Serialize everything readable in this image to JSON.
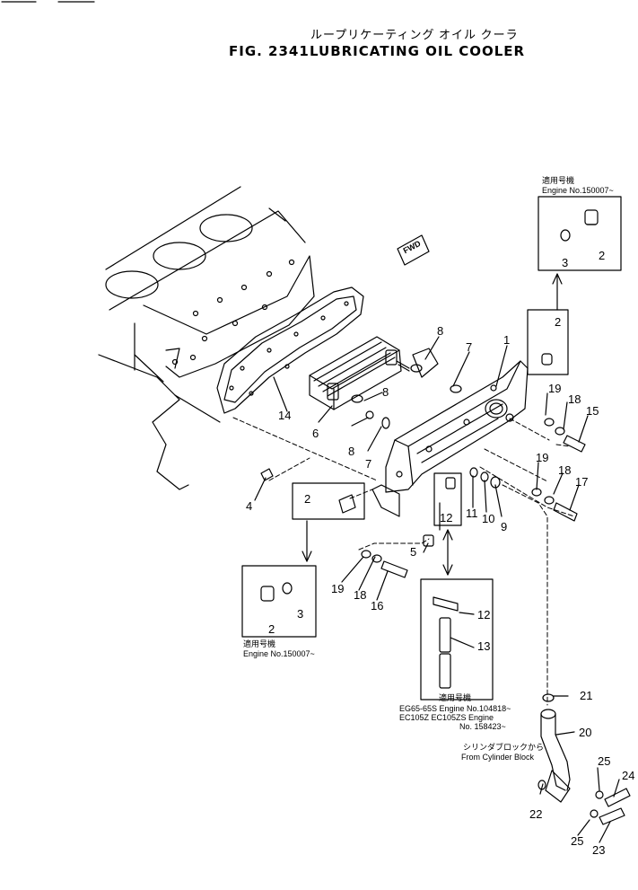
{
  "header": {
    "title_jp": "ループリケーティング オイル クーラ",
    "fig_no": "FIG. 2341",
    "title_en": "LUBRICATING OIL COOLER"
  },
  "fwd_label": "FWD",
  "callouts": {
    "c1": "1",
    "c2_top": "2",
    "c2_inset_top": "2",
    "c3_inset_top": "3",
    "c2_left": "2",
    "c2_inset_left": "2",
    "c3_inset_left": "3",
    "c4": "4",
    "c5": "5",
    "c6": "6",
    "c7a": "7",
    "c7b": "7",
    "c8a": "8",
    "c8b": "8",
    "c8c": "8",
    "c9": "9",
    "c10": "10",
    "c11": "11",
    "c12a": "12",
    "c12b": "12",
    "c13": "13",
    "c14": "14",
    "c15": "15",
    "c16": "16",
    "c17": "17",
    "c18a": "18",
    "c18b": "18",
    "c18c": "18",
    "c19a": "19",
    "c19b": "19",
    "c19c": "19",
    "c20": "20",
    "c21": "21",
    "c22": "22",
    "c23": "23",
    "c24": "24",
    "c25a": "25",
    "c25b": "25"
  },
  "notes": {
    "top_jp": "適用号機",
    "top_en": "Engine No.150007~",
    "left_jp": "適用号機",
    "left_en": "Engine No.150007~",
    "mid_jp": "適用号機",
    "mid_en1": "EG65-65S Engine No.104818~",
    "mid_en2": "EC105Z EC105ZS Engine",
    "mid_en3": "No. 158423~",
    "block_jp": "シリンダブロックから",
    "block_en": "From Cylinder Block"
  }
}
